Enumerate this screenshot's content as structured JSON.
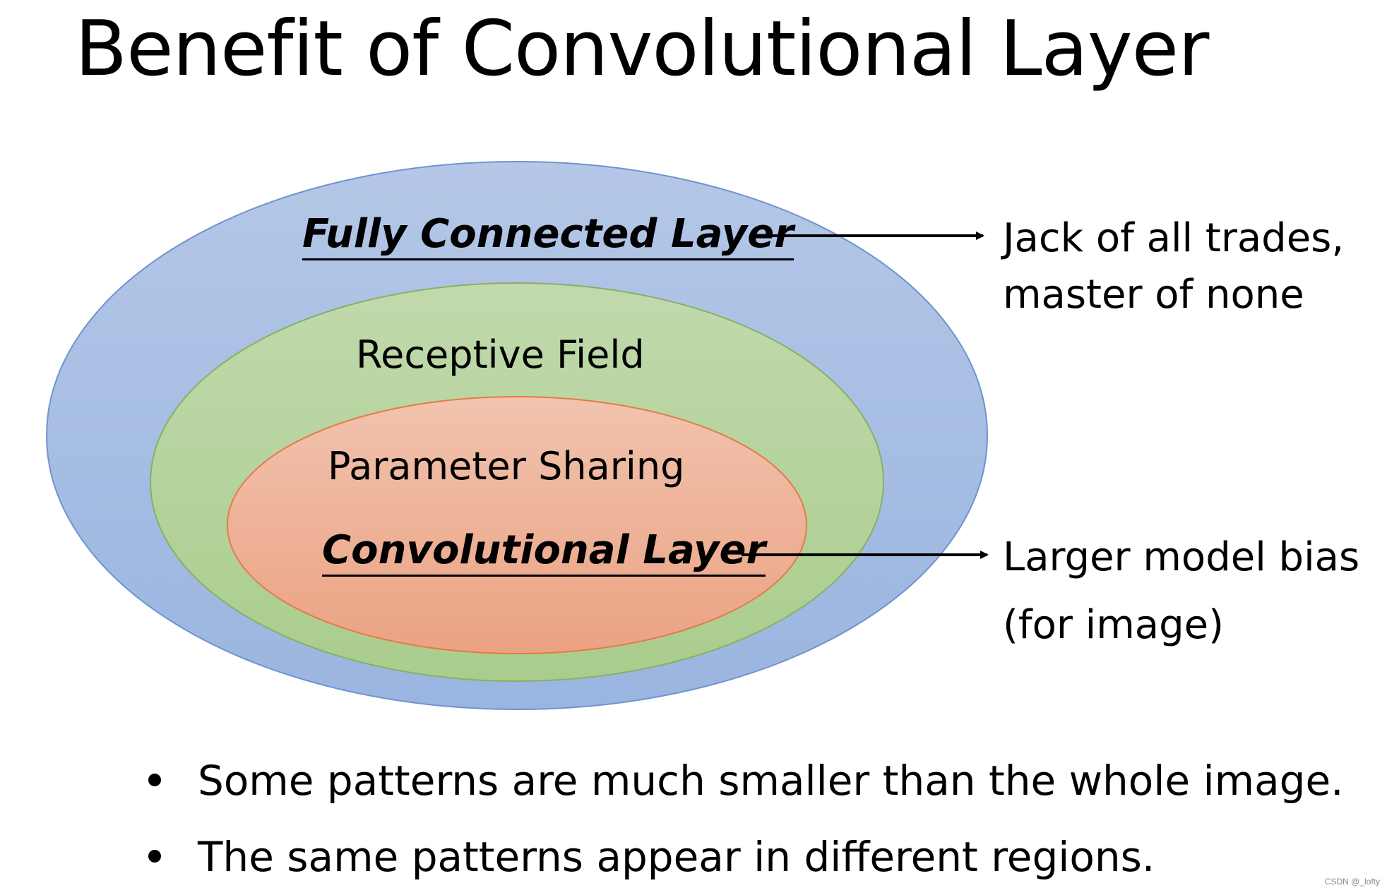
{
  "slide": {
    "title": "Benefit of Convolutional Layer"
  },
  "diagram": {
    "outer_label": "Fully Connected Layer",
    "middle_label": "Receptive Field",
    "inner_label_top": "Parameter Sharing",
    "inner_label": "Convolutional Layer",
    "outer_note": [
      "Jack of all trades,",
      "master of none"
    ],
    "inner_note": [
      "Larger model bias",
      "(for image)"
    ],
    "colors": {
      "outer_fill_top": "#b4c7e7",
      "outer_fill_bottom": "#9ab5e0",
      "outer_stroke": "#6f93cf",
      "middle_fill_top": "#c1d9ac",
      "middle_fill_bottom": "#a9cd8d",
      "middle_stroke": "#86b066",
      "inner_fill_top": "#f1c3ae",
      "inner_fill_bottom": "#eba283",
      "inner_stroke": "#e47a48"
    }
  },
  "bullets": [
    "Some patterns are much smaller than the whole image.",
    "The same patterns appear in different regions."
  ],
  "credit": "CSDN @_lofty"
}
